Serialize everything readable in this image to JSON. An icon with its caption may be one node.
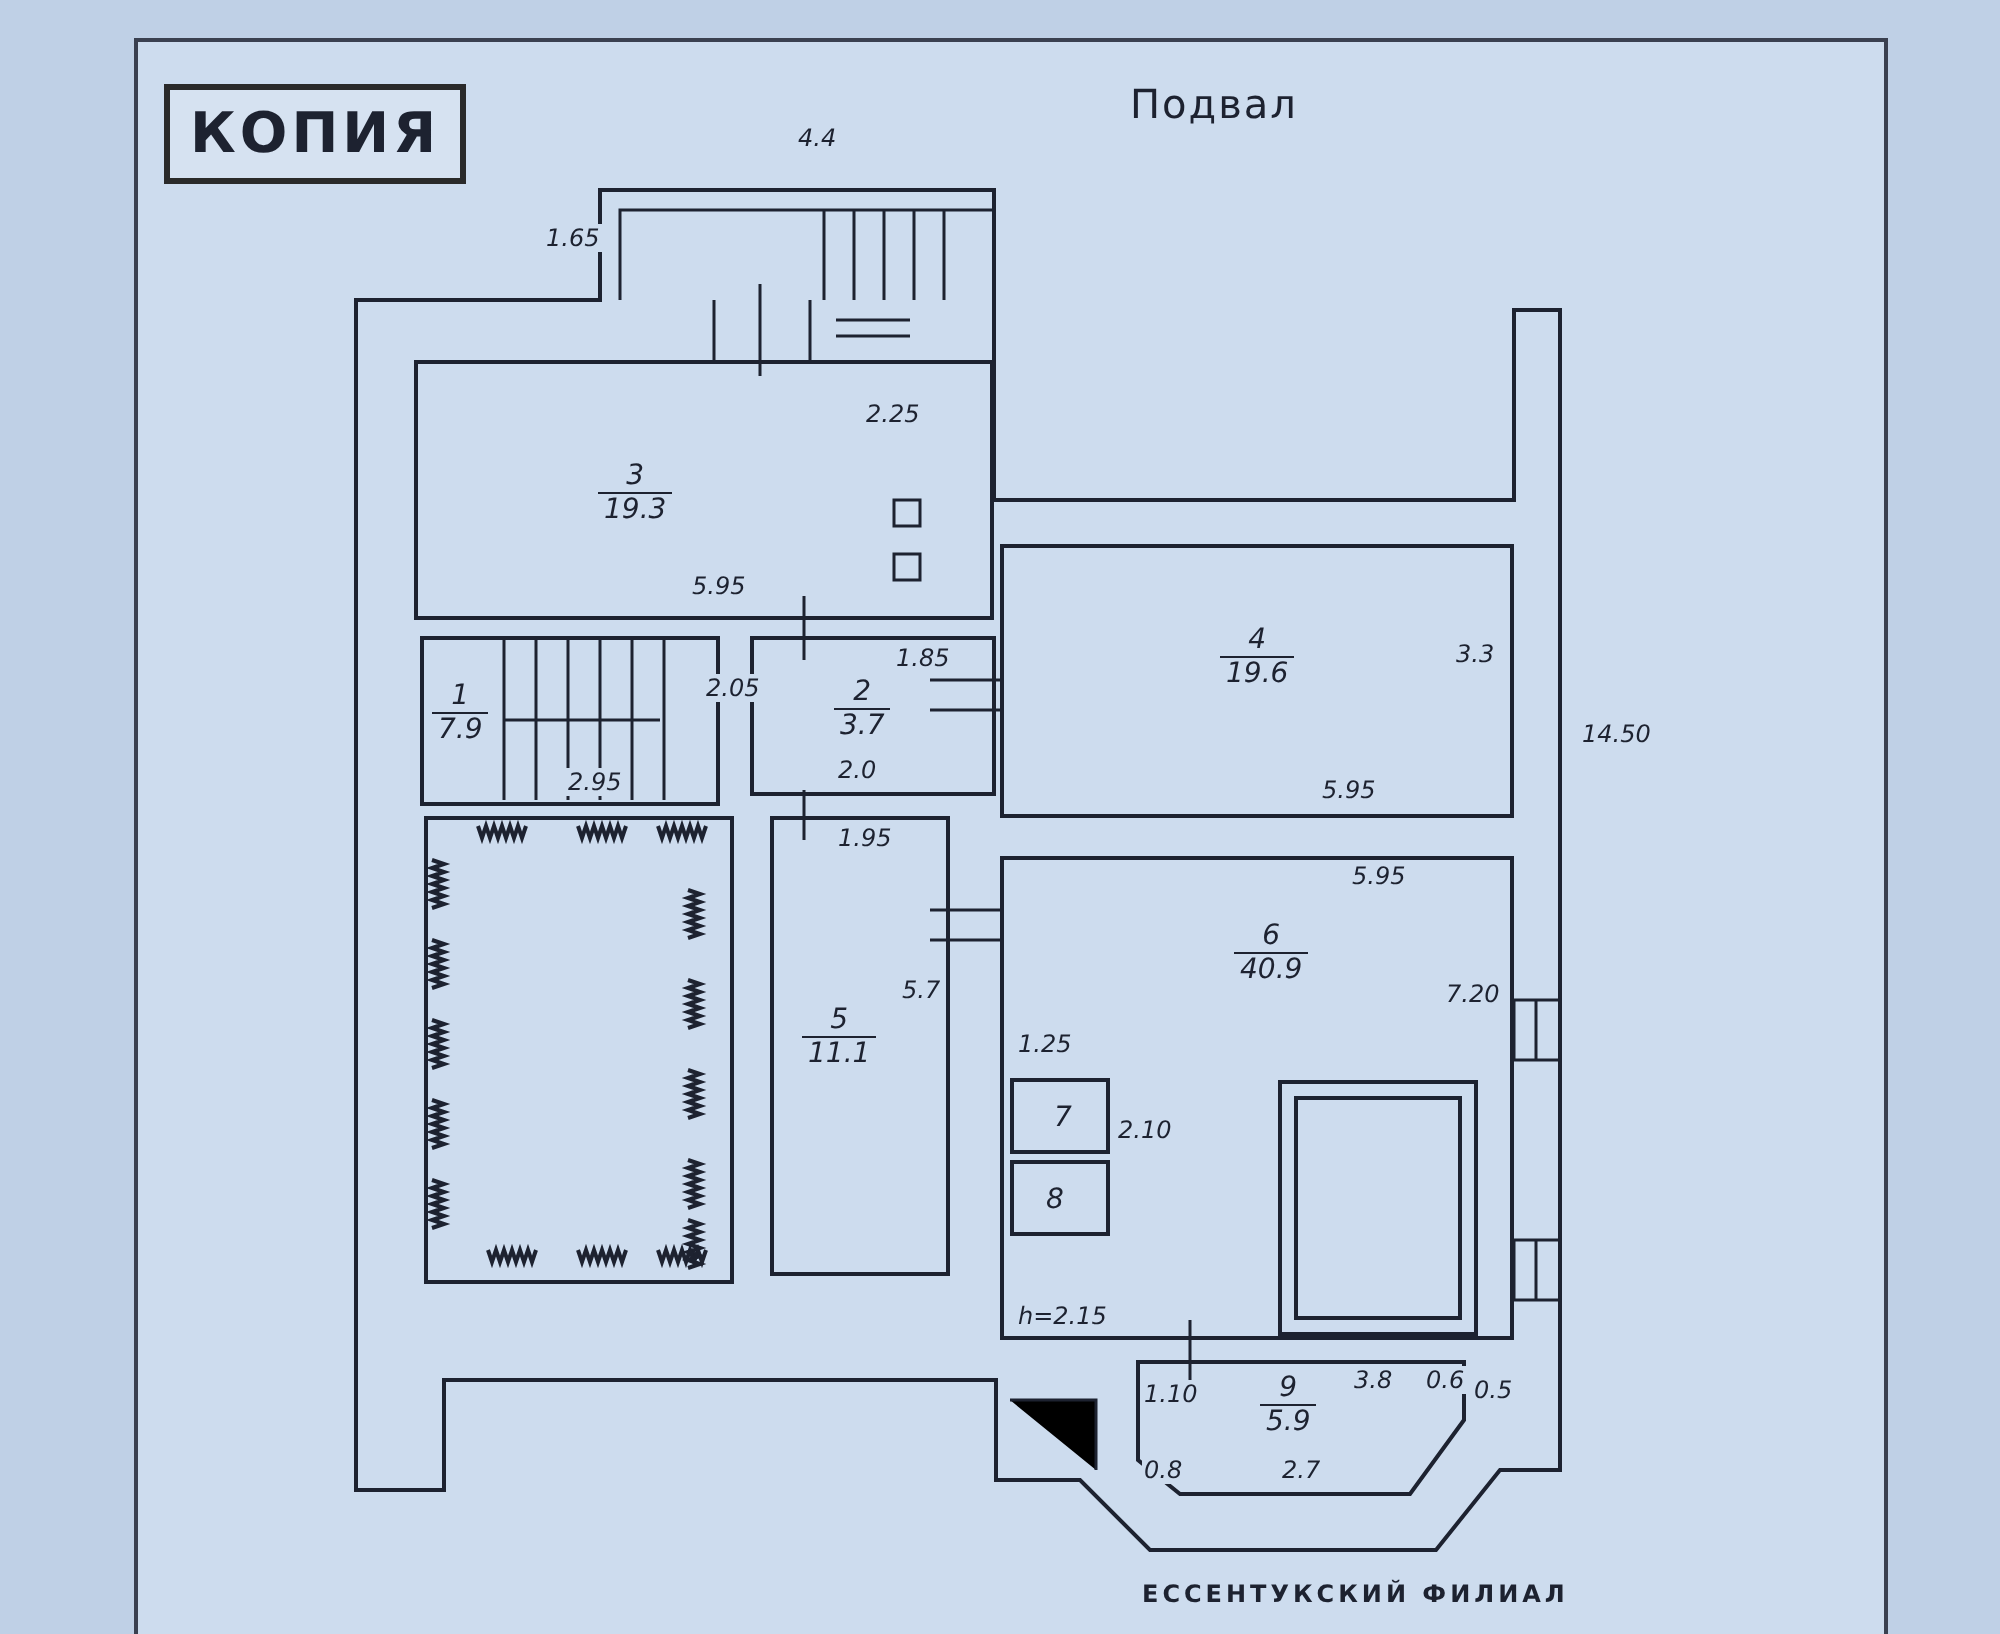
{
  "diagram": {
    "title": "Подвал",
    "nodes": [
      {
        "text": [
          "3",
          "19.3"
        ]
      },
      {
        "text": [
          "1",
          "7.9"
        ]
      },
      {
        "text": [
          "2",
          "3.7"
        ]
      },
      {
        "text": [
          "4",
          "19.6"
        ]
      },
      {
        "text": [],
        "shape": "box"
      },
      {
        "text": [
          "5",
          "11.1"
        ]
      },
      {
        "text": [
          "6",
          "40.9"
        ]
      },
      {
        "text": [
          "7"
        ],
        "in": 6
      },
      {
        "text": [
          "8"
        ],
        "in": 6
      },
      {
        "text": [],
        "shape": "box",
        "in": 6
      },
      {
        "text": [
          "9",
          "5.9"
        ]
      }
    ],
    "labels": [
      "КОПИЯ",
      "4.4",
      "1.65",
      "2.25",
      "5.95",
      "2.05",
      "1.85",
      "2.95",
      "2.0",
      "1.95",
      "3.3",
      "5.95",
      "14.50",
      "5.95",
      "7.20",
      "5.7",
      "1.25",
      "2.10",
      "h=2.15",
      "1.10",
      "3.8",
      "0.6",
      "0.5",
      "0.8",
      "2.7",
      "ЕССЕНТУКСКИЙ ФИЛИАЛ"
    ]
  }
}
